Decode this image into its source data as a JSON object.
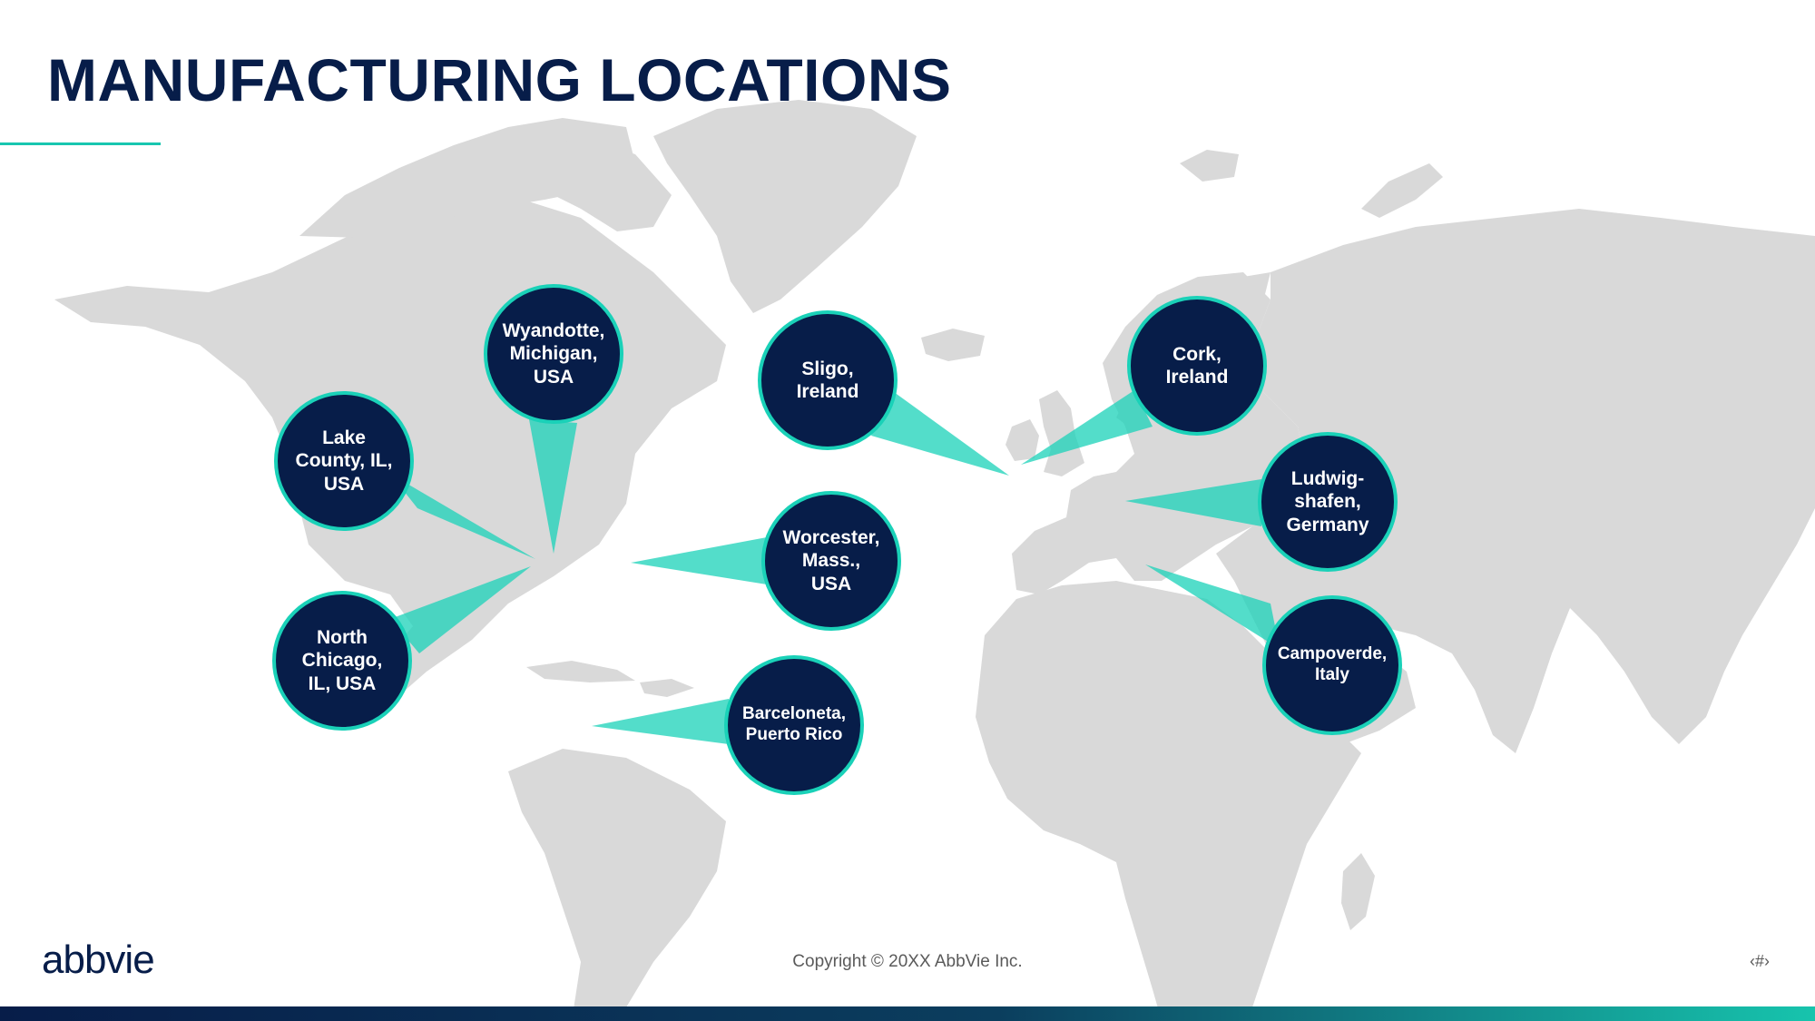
{
  "slide": {
    "title": "MANUFACTURING LOCATIONS",
    "copyright": "Copyright © 20XX AbbVie Inc.",
    "slide_number": "‹#›",
    "logo_text": "abbvie"
  },
  "colors": {
    "navy": "#071d49",
    "teal": "#1ad1b8",
    "land": "#d9d9d9",
    "text_gray": "#5a5a5a"
  },
  "locations": [
    {
      "label": "Wyandotte,\nMichigan,\nUSA"
    },
    {
      "label": "Lake\nCounty, IL,\nUSA"
    },
    {
      "label": "North\nChicago,\nIL, USA"
    },
    {
      "label": "Sligo,\nIreland"
    },
    {
      "label": "Worcester,\nMass.,\nUSA"
    },
    {
      "label": "Barceloneta,\nPuerto Rico"
    },
    {
      "label": "Cork,\nIreland"
    },
    {
      "label": "Ludwig-\nshafen,\nGermany"
    },
    {
      "label": "Campoverde,\nItaly"
    }
  ]
}
